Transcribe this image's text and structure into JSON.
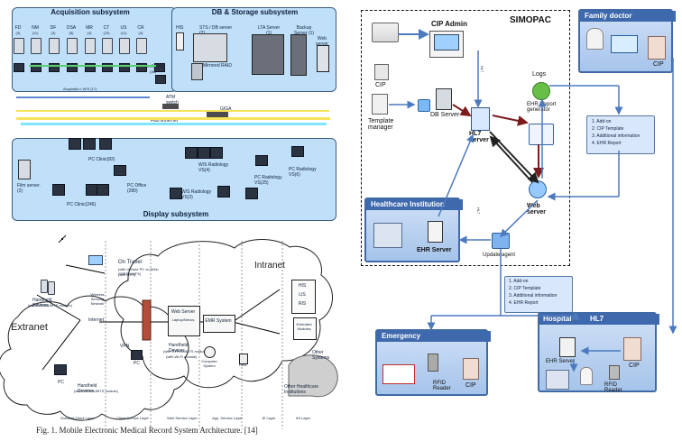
{
  "top_left": {
    "acquisition_subsystem": "Acquisition subsystem",
    "db_storage_subsystem": "DB & Storage subsystem",
    "display_subsystem": "Display subsystem",
    "acq_devices": [
      "FD",
      "NM",
      "DF",
      "DSA",
      "MR",
      "CT",
      "US",
      "CR"
    ],
    "acq_counts": [
      "(3)",
      "(11)",
      "(3)",
      "(8)",
      "(4)",
      "(23)",
      "(11)",
      "(3)"
    ],
    "verify_vs": "Verify VS",
    "verify_vs_count": "(36)",
    "acquisition_ws": "Acquisitio n W/S (17)",
    "his": "HIS",
    "sts_db_server": "STS / DB server (2)",
    "lta_server": "LTA Server (1)",
    "backup_server": "Backup Server (1)",
    "web_server_small": "Web server",
    "mirrored_raid": "Mirrored RAID",
    "atm_switch": "ATM switch",
    "giga": "GIGA",
    "fast_ethernet": "Fast Ethernet",
    "pc_clinic_82": "PC Clinic(82)",
    "film_server": "Film server. (2)",
    "pc_office": "PC Office (280)",
    "ws_radiology_4": "W/S Radiology VS(4)",
    "pc_radiology_25": "PC Radiology VS(25)",
    "pc_radiology_6": "PC Radiology VS(6)",
    "ws_radiology_3": "W/S Radiology VS(3)",
    "pc_clinic_246": "PC Clinic(246)"
  },
  "bottom_left": {
    "on_travel": "On Travel",
    "on_travel_sub1": "(with Vehicle PC on Wire: GPRS/UMTS)",
    "on_travel_sub2": "(with GPS)",
    "intranet": "Intranet",
    "wireless_sensing": "Wireless Sensing Network",
    "handheld_devices_1": "Handheld Devices",
    "handheld_devices_1_sub": "(with GPRS/UMTS module)",
    "internet": "Internet",
    "web_server": "Web Server",
    "web_server_sub": "Laptop/Nexus",
    "emr_system": "EMR System",
    "his": "HIS",
    "lis": "LIS",
    "ris": "RIS",
    "extended_modules": "Extended Modules",
    "extranet": "Extranet",
    "vpn": "VPN",
    "handheld_devices_2": "Handheld Devices",
    "handheld_devices_2_sub1": "(with GPRS/UMTS module)",
    "handheld_devices_2_sub2": "(with Wi-Fi module)",
    "computer_system": "Computer System",
    "files": "Files",
    "other_systems": "Other Systems",
    "other_healthcare": "Other Healthcare Institutions",
    "pc_left": "PC",
    "handheld_devices_3": "Handheld Devices",
    "handheld_devices_3_sub": "(with GPRS/UMTS module)",
    "pc_center": "PC",
    "layers": [
      "Extranet Client Layer",
      "Client Service Layer",
      "Web Service Layer",
      "App. Service Layer",
      "IE Layer",
      "IHI Layer"
    ],
    "caption": "Fig. 1.  Mobile Electronic Medical Record System Architecture. [14]"
  },
  "right": {
    "simopac": "SIMOPAC",
    "cip_admin": "CIP Admin",
    "cip": "CIP",
    "template_manager": "Template manager",
    "db_server": "DB Server",
    "hl7_server": "HL7 Server",
    "logs": "Logs",
    "ehr_report_generator": "EHR Report generator",
    "web_server": "Web server",
    "healthcare_institution": "Healthcare Institution",
    "ehr_server": "EHR Server",
    "update_agent": "Update agent",
    "family_doctor": "Family doctor",
    "family_doctor_cip": "CIP",
    "emergency": "Emergency",
    "rfid_reader_emergency": "RFID Reader",
    "cip_emergency": "CIP",
    "hospital": "Hospital",
    "hl7_hospital": "HL7",
    "ehr_server_hospital": "EHR Server",
    "cip_hospital": "CIP",
    "rfid_reader_hospital": "RFID Reader",
    "hl7_vertical_top": "HL7",
    "hl7_vertical_mid": "HL7",
    "list_top": [
      "1. Add-on",
      "2. CIP Template",
      "3. Additional information",
      "4. EHR Report"
    ],
    "list_bottom": [
      "1. Add-on",
      "2. CIP Template",
      "3. Additional information",
      "4. EHR Report"
    ]
  },
  "colors": {
    "light_blue_panel": "#b8d4f2",
    "dark_blue_header": "#3f69ad",
    "yellow_bus": "#f7e35b",
    "green_bus": "#58d26c",
    "cyan_bus": "#7fe6ff"
  },
  "icons": {
    "server": "server-icon",
    "monitor": "monitor-icon",
    "printer": "printer-icon",
    "document": "document-icon",
    "lock": "lock-icon",
    "checkmark": "checkmark-icon",
    "globe": "globe-icon",
    "ambulance": "ambulance-icon",
    "hospital": "hospital-icon",
    "laptop": "laptop-icon",
    "doctor": "doctor-icon",
    "id_card": "id-card-icon",
    "cloud": "cloud-icon",
    "firewall": "firewall-icon"
  }
}
